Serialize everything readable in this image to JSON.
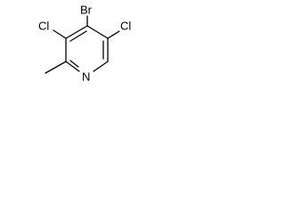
{
  "molecule": {
    "atoms": {
      "br": "Br",
      "cl_left": "Cl",
      "cl_right": "Cl",
      "n": "N"
    }
  }
}
